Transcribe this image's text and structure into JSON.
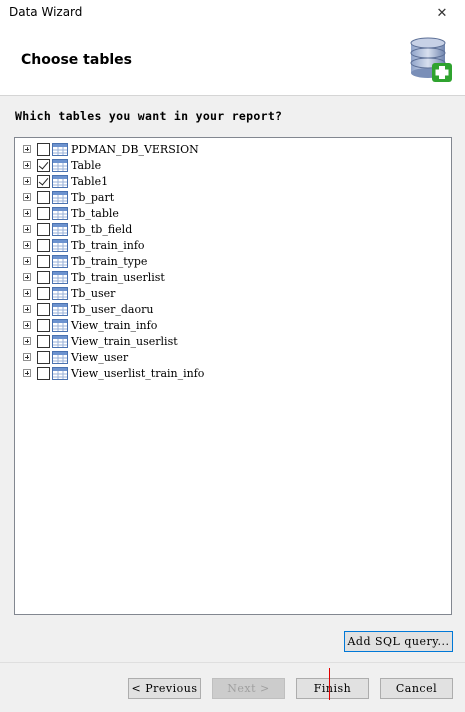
{
  "window": {
    "title": "Data Wizard",
    "close_glyph": "✕"
  },
  "header": {
    "title": "Choose tables",
    "icon": "database-add-icon"
  },
  "prompt": "Which tables you want in your report?",
  "tables": [
    {
      "name": "PDMAN_DB_VERSION",
      "checked": false
    },
    {
      "name": "Table",
      "checked": true
    },
    {
      "name": "Table1",
      "checked": true
    },
    {
      "name": "Tb_part",
      "checked": false
    },
    {
      "name": "Tb_table",
      "checked": false
    },
    {
      "name": "Tb_tb_field",
      "checked": false
    },
    {
      "name": "Tb_train_info",
      "checked": false
    },
    {
      "name": "Tb_train_type",
      "checked": false
    },
    {
      "name": "Tb_train_userlist",
      "checked": false
    },
    {
      "name": "Tb_user",
      "checked": false
    },
    {
      "name": "Tb_user_daoru",
      "checked": false
    },
    {
      "name": "View_train_info",
      "checked": false
    },
    {
      "name": "View_train_userlist",
      "checked": false
    },
    {
      "name": "View_user",
      "checked": false
    },
    {
      "name": "View_userlist_train_info",
      "checked": false
    }
  ],
  "buttons": {
    "add_sql": "Add SQL query...",
    "previous": "< Previous",
    "next": "Next >",
    "finish": "Finish",
    "cancel": "Cancel"
  },
  "colors": {
    "accent": "#0078d7",
    "annotation": "#e00000"
  }
}
